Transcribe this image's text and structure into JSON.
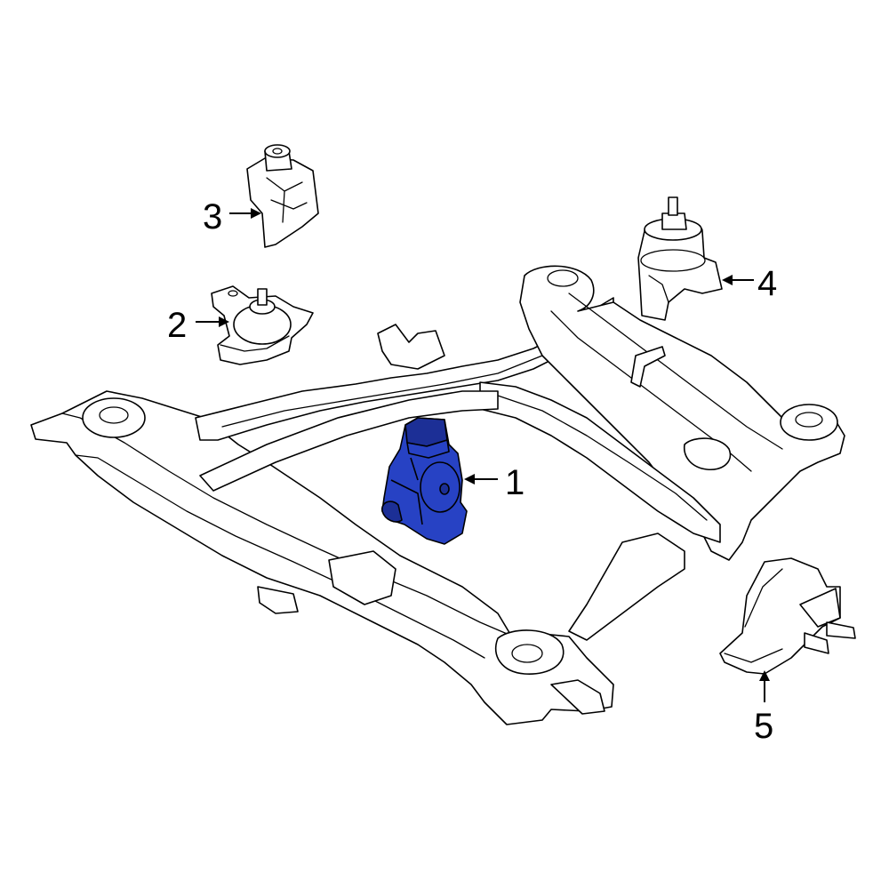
{
  "colors": {
    "line": "#000000",
    "background": "#ffffff",
    "highlight": "#2742c4",
    "highlight_dark": "#1c2f96"
  },
  "callouts": [
    {
      "id": "1",
      "label": "1",
      "highlighted": true
    },
    {
      "id": "2",
      "label": "2",
      "highlighted": false
    },
    {
      "id": "3",
      "label": "3",
      "highlighted": false
    },
    {
      "id": "4",
      "label": "4",
      "highlighted": false
    },
    {
      "id": "5",
      "label": "5",
      "highlighted": false
    }
  ]
}
